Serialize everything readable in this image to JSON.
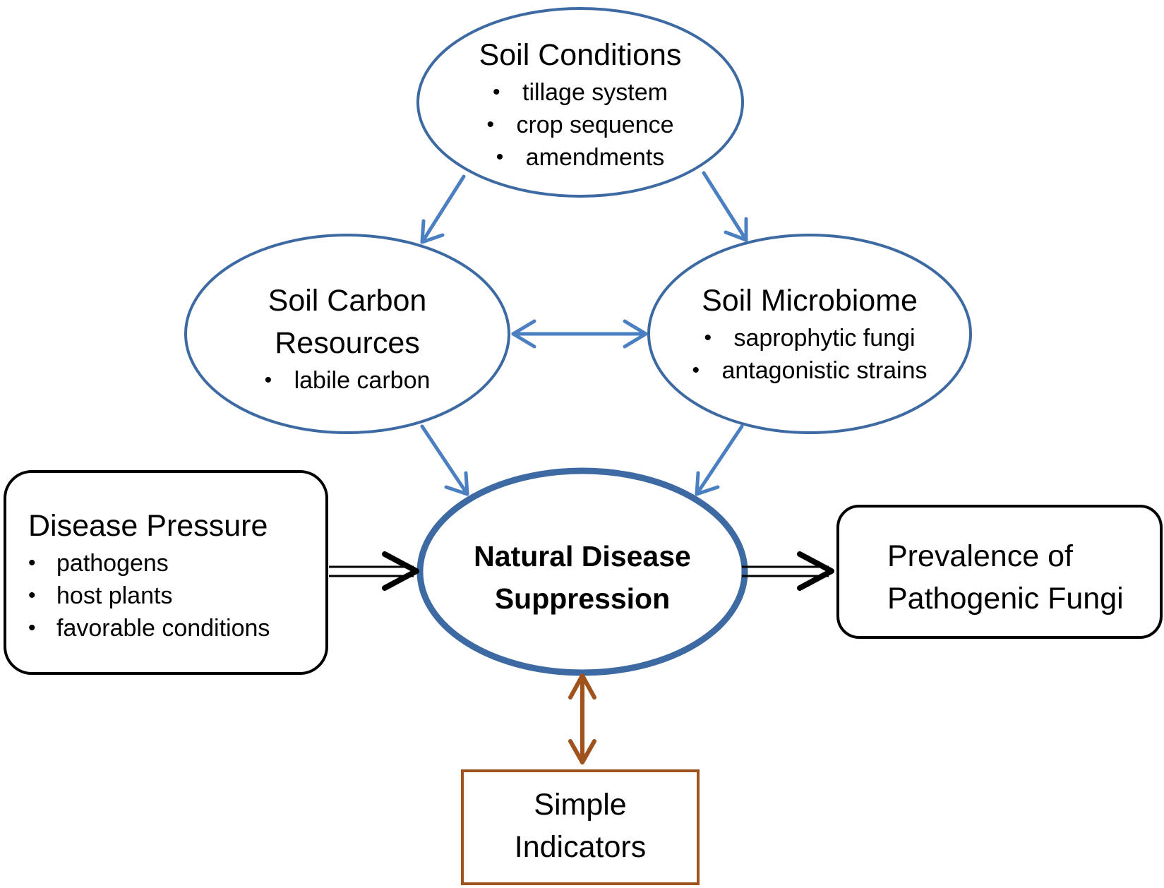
{
  "nodes": {
    "soil_conditions": {
      "title": "Soil Conditions",
      "items": [
        "tillage system",
        "crop sequence",
        "amendments"
      ]
    },
    "soil_carbon": {
      "title_line1": "Soil Carbon",
      "title_line2": "Resources",
      "items": [
        "labile carbon"
      ]
    },
    "soil_microbiome": {
      "title": "Soil Microbiome",
      "items": [
        "saprophytic fungi",
        "antagonistic strains"
      ]
    },
    "disease_pressure": {
      "title": "Disease Pressure",
      "items": [
        "pathogens",
        "host plants",
        "favorable conditions"
      ]
    },
    "natural_suppression": {
      "title_line1": "Natural Disease",
      "title_line2": "Suppression"
    },
    "prevalence": {
      "title_line1": "Prevalence of",
      "title_line2": "Pathogenic Fungi"
    },
    "simple_indicators": {
      "title_line1": "Simple",
      "title_line2": "Indicators"
    }
  },
  "colors": {
    "ellipse_stroke": "#3d6aa3",
    "blue_arrow": "#4a7fc1",
    "black_outline": "#000000",
    "indicator_brown": "#a0521c"
  }
}
